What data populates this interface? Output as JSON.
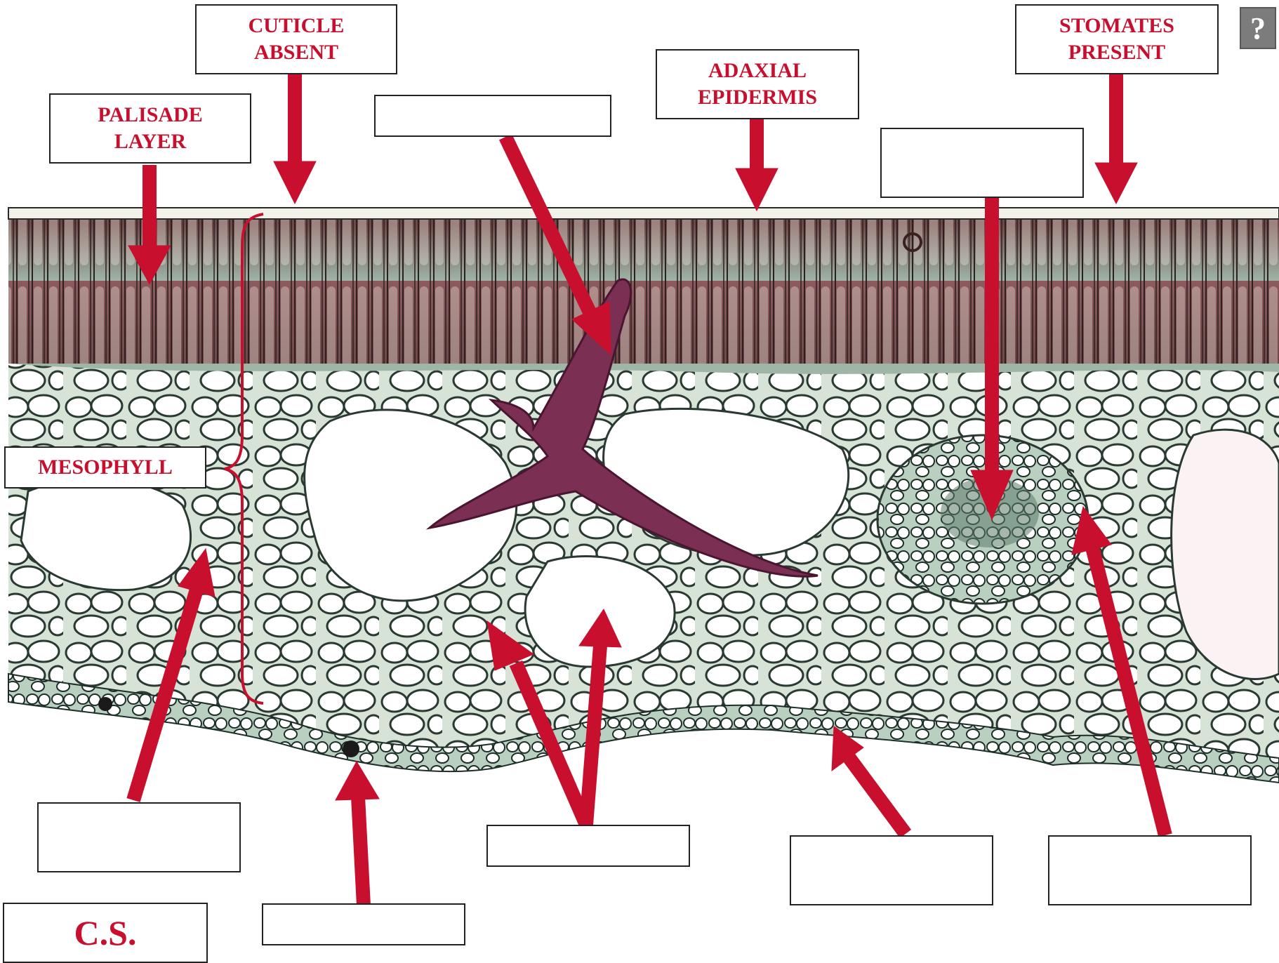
{
  "colors": {
    "arrow": "#c8102e",
    "label_text": "#c8102e",
    "help_button": "#7c7c7c"
  },
  "help_button": {
    "label": "?"
  },
  "labels": {
    "cuticle": "CUTICLE\nABSENT",
    "palisade": "PALISADE\nLAYER",
    "adaxial": "ADAXIAL\nEPIDERMIS",
    "stomates": "STOMATES\nPRESENT",
    "mesophyll": "MESOPHYLL",
    "section": "C.S.",
    "blank_crystal": "",
    "blank_bundle": "",
    "blank_spongy": "",
    "blank_guard": "",
    "blank_air": "",
    "blank_abaxial": "",
    "blank_sheath": ""
  }
}
